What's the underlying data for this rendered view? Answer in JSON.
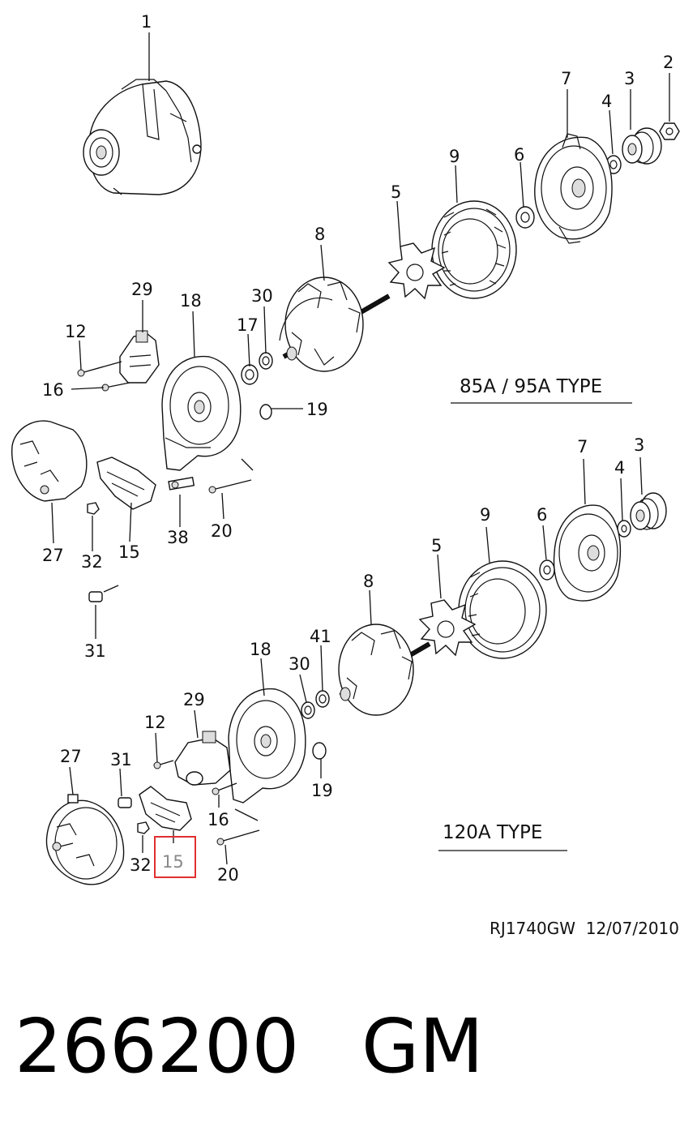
{
  "sections": [
    {
      "title": "85A / 95A TYPE"
    },
    {
      "title": "120A TYPE"
    }
  ],
  "highlight_color": "#e03030",
  "callouts_a": [
    "1",
    "2",
    "3",
    "4",
    "5",
    "6",
    "7",
    "8",
    "9",
    "12",
    "15",
    "16",
    "17",
    "18",
    "19",
    "20",
    "27",
    "29",
    "30",
    "31",
    "32",
    "38"
  ],
  "callouts_b": [
    "3",
    "4",
    "5",
    "6",
    "7",
    "8",
    "9",
    "12",
    "15",
    "16",
    "18",
    "19",
    "20",
    "27",
    "29",
    "30",
    "31",
    "32",
    "41"
  ],
  "highlighted_callout": "15",
  "drawing_ref": "RJ1740GW  12/07/2010",
  "catalog_number": "266200",
  "brand": "GM"
}
